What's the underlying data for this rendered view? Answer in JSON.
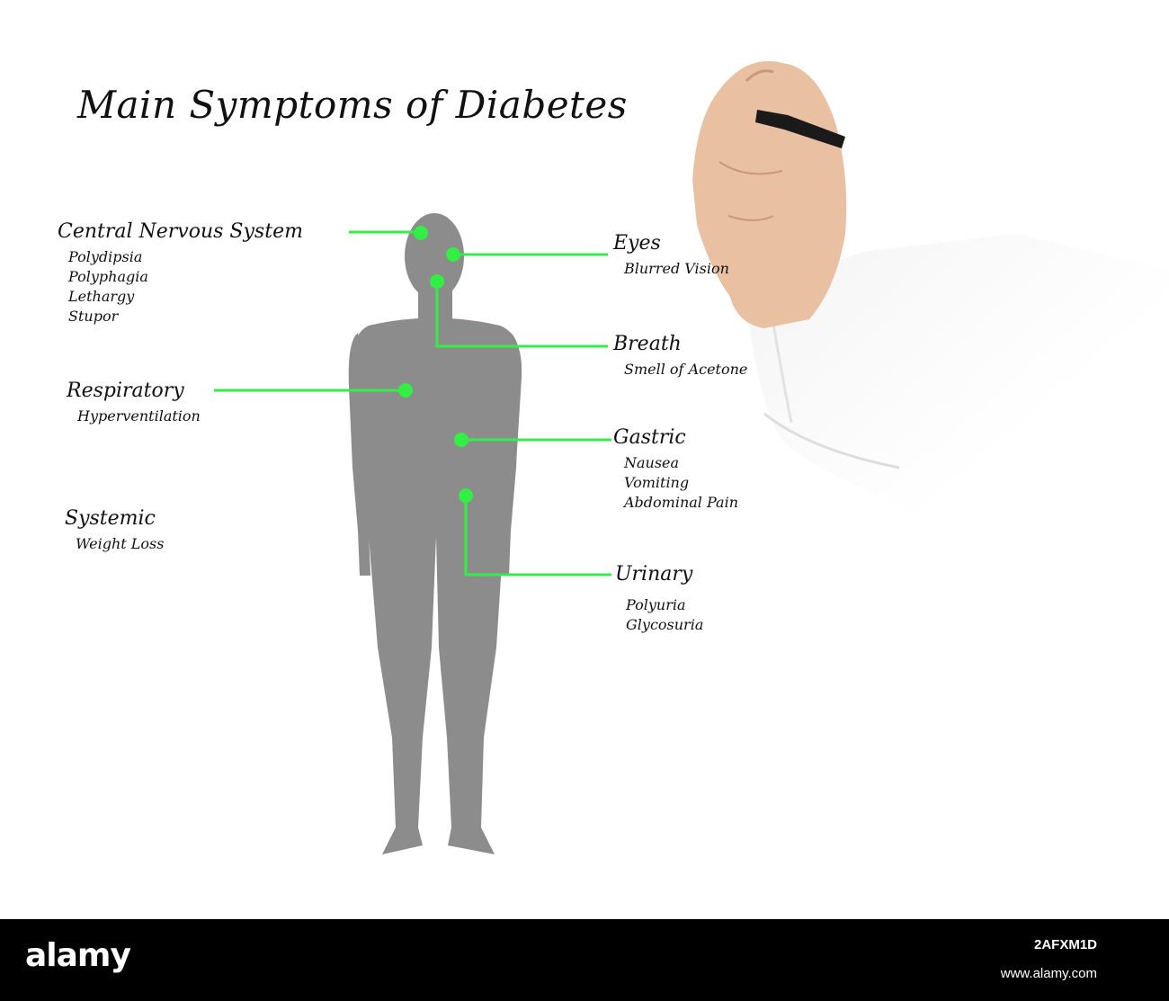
{
  "title": "Main Symptoms of Diabetes",
  "colors": {
    "connector": "#33ee44",
    "silhouette": "#8c8c8c",
    "text": "#111111"
  },
  "groups": {
    "cns": {
      "heading": "Central Nervous System",
      "items": [
        "Polydipsia",
        "Polyphagia",
        "Lethargy",
        "Stupor"
      ]
    },
    "respiratory": {
      "heading": "Respiratory",
      "items": [
        "Hyperventilation"
      ]
    },
    "systemic": {
      "heading": "Systemic",
      "items": [
        "Weight Loss"
      ]
    },
    "eyes": {
      "heading": "Eyes",
      "items": [
        "Blurred Vision"
      ]
    },
    "breath": {
      "heading": "Breath",
      "items": [
        "Smell of Acetone"
      ]
    },
    "gastric": {
      "heading": "Gastric",
      "items": [
        "Nausea",
        "Vomiting",
        "Abdominal Pain"
      ]
    },
    "urinary": {
      "heading": "Urinary",
      "items": [
        "Polyuria",
        "Glycosuria"
      ]
    }
  },
  "footer": {
    "brand": "alamy",
    "image_id": "2AFXM1D",
    "site": "www.alamy.com"
  }
}
